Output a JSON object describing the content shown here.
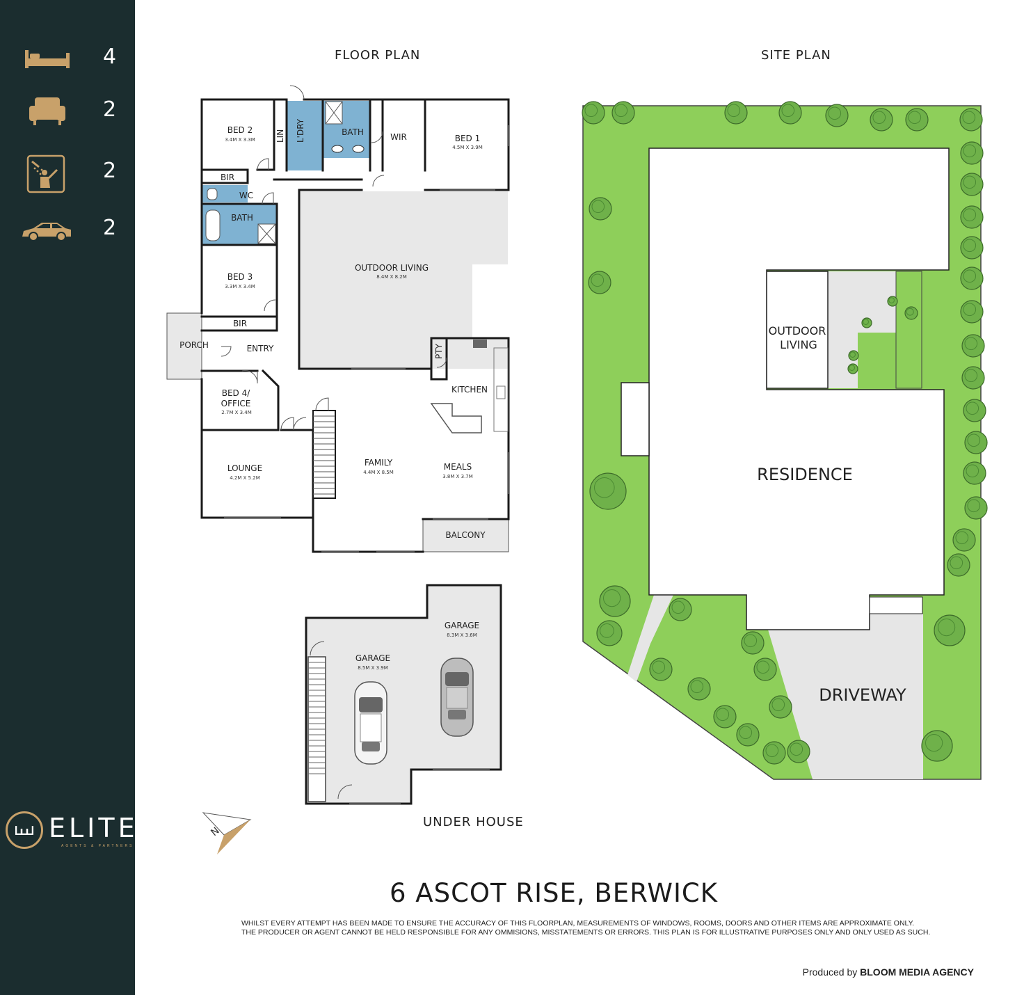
{
  "sidebar": {
    "features": [
      {
        "icon": "bed-icon",
        "count": "4"
      },
      {
        "icon": "sofa-icon",
        "count": "2"
      },
      {
        "icon": "shower-icon",
        "count": "2"
      },
      {
        "icon": "car-icon",
        "count": "2"
      }
    ],
    "logo": {
      "word": "ELITE",
      "tagline": "AGENTS & PARTNERS"
    },
    "accent": "#c8a16a",
    "background": "#1b2d2f"
  },
  "floor_plan": {
    "heading": "FLOOR PLAN",
    "rooms": {
      "bed2": {
        "name": "BED 2",
        "dims": "3.4M X 3.3M"
      },
      "lin": "LIN",
      "ldry": "L'DRY",
      "bath_main": "BATH",
      "wir": "WIR",
      "bed1": {
        "name": "BED 1",
        "dims": "4.5M X 3.9M"
      },
      "bir1": "BIR",
      "wc": "WC",
      "bath2": "BATH",
      "outdoor_living": {
        "name": "OUTDOOR LIVING",
        "dims": "8.4M X 8.2M"
      },
      "bed3": {
        "name": "BED 3",
        "dims": "3.3M X 3.4M"
      },
      "bir2": "BIR",
      "porch": "PORCH",
      "entry": "ENTRY",
      "pty": "PTY",
      "kitchen": "KITCHEN",
      "bed4_line1": "BED 4/",
      "bed4_line2": "OFFICE",
      "bed4_dims": "2.7M X 3.4M",
      "lounge": {
        "name": "LOUNGE",
        "dims": "4.2M X 5.2M"
      },
      "family": {
        "name": "FAMILY",
        "dims": "4.4M X 8.5M"
      },
      "meals": {
        "name": "MEALS",
        "dims": "3.8M X 3.7M"
      },
      "balcony": "BALCONY"
    }
  },
  "under_house": {
    "heading": "UNDER HOUSE",
    "garage_left": {
      "name": "GARAGE",
      "dims": "8.5M X 3.9M"
    },
    "garage_right": {
      "name": "GARAGE",
      "dims": "8.3M X 3.6M"
    }
  },
  "site_plan": {
    "heading": "SITE PLAN",
    "residence": "RESIDENCE",
    "outdoor_living_line1": "OUTDOOR",
    "outdoor_living_line2": "LIVING",
    "driveway": "DRIVEWAY",
    "lawn_color": "#8ecf5a",
    "wet_area_color": "#7fb2d2"
  },
  "compass": {
    "letter": "N"
  },
  "address": "6 ASCOT RISE, BERWICK",
  "disclaimer": {
    "line1": "WHILST EVERY ATTEMPT HAS BEEN MADE TO ENSURE THE ACCURACY OF THIS FLOORPLAN, MEASUREMENTS OF WINDOWS, ROOMS, DOORS AND OTHER ITEMS ARE APPROXIMATE ONLY.",
    "line2": "THE PRODUCER OR AGENT CANNOT BE HELD RESPONSIBLE FOR ANY OMMISIONS, MISSTATEMENTS OR ERRORS. THIS PLAN IS FOR ILLUSTRATIVE PURPOSES ONLY AND ONLY USED AS SUCH."
  },
  "credit": {
    "prefix": "Produced by",
    "agency": "BLOOM MEDIA AGENCY"
  }
}
